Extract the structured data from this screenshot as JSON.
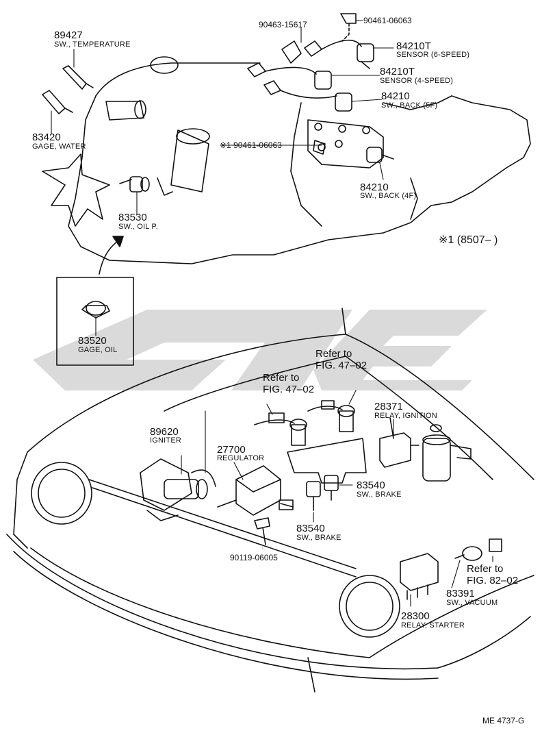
{
  "colors": {
    "line": "#111111",
    "watermark": "#d4d4d4",
    "background": "#ffffff"
  },
  "parts": {
    "p89427": {
      "number": "89427",
      "name": "SW., TEMPERATURE"
    },
    "p83420": {
      "number": "83420",
      "name": "GAGE, WATER"
    },
    "p83530": {
      "number": "83530",
      "name": "SW., OIL P."
    },
    "p83520": {
      "number": "83520",
      "name": "GAGE, OIL"
    },
    "p90463": {
      "number": "90463-15617"
    },
    "p90461a": {
      "number": "90461-06063"
    },
    "p84210T_6": {
      "number": "84210T",
      "name": "SENSOR (6-SPEED)"
    },
    "p84210T_4": {
      "number": "84210T",
      "name": "SENSOR (4-SPEED)"
    },
    "p84210_5F": {
      "number": "84210",
      "name": "SW., BACK (5F)"
    },
    "p90461b": {
      "number": "※1 90461-06063"
    },
    "p84210_4F": {
      "number": "84210",
      "name": "SW., BACK (4F)"
    },
    "p89620": {
      "number": "89620",
      "name": "IGNITER"
    },
    "p27700": {
      "number": "27700",
      "name": "REGULATOR"
    },
    "p28371": {
      "number": "28371",
      "name": "RELAY, IGNITION"
    },
    "p83540a": {
      "number": "83540",
      "name": "SW., BRAKE"
    },
    "p83540b": {
      "number": "83540",
      "name": "SW., BRAKE"
    },
    "p90119": {
      "number": "90119-06005"
    },
    "p83391": {
      "number": "83391",
      "name": "SW., VACUUM"
    },
    "p28300": {
      "number": "28300",
      "name": "RELAY, STARTER"
    }
  },
  "refs": {
    "ref1": "Refer to\nFIG. 47–02",
    "ref2": "Refer to\nFIG. 47–02",
    "ref3": "Refer to\nFIG. 82–02"
  },
  "note": "※1 (8507–        )",
  "figure_code": "ME 4737-G"
}
